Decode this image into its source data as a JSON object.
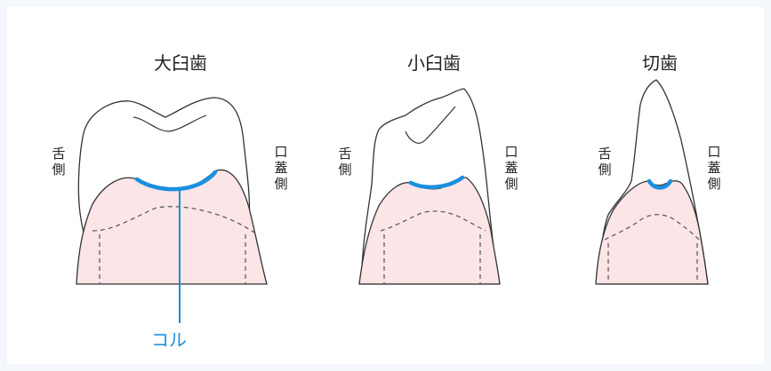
{
  "teeth": [
    {
      "title": "大臼歯",
      "left_side": "舌\n側",
      "right_side": "口\n蓋\n側"
    },
    {
      "title": "小臼歯",
      "left_side": "舌\n側",
      "right_side": "口\n蓋\n側"
    },
    {
      "title": "切歯",
      "left_side": "舌\n側",
      "right_side": "口\n蓋\n側"
    }
  ],
  "callout": {
    "label": "コル"
  },
  "colors": {
    "col": "#1a8fe0",
    "gum": "#fbe5e6",
    "outline": "#333333"
  }
}
